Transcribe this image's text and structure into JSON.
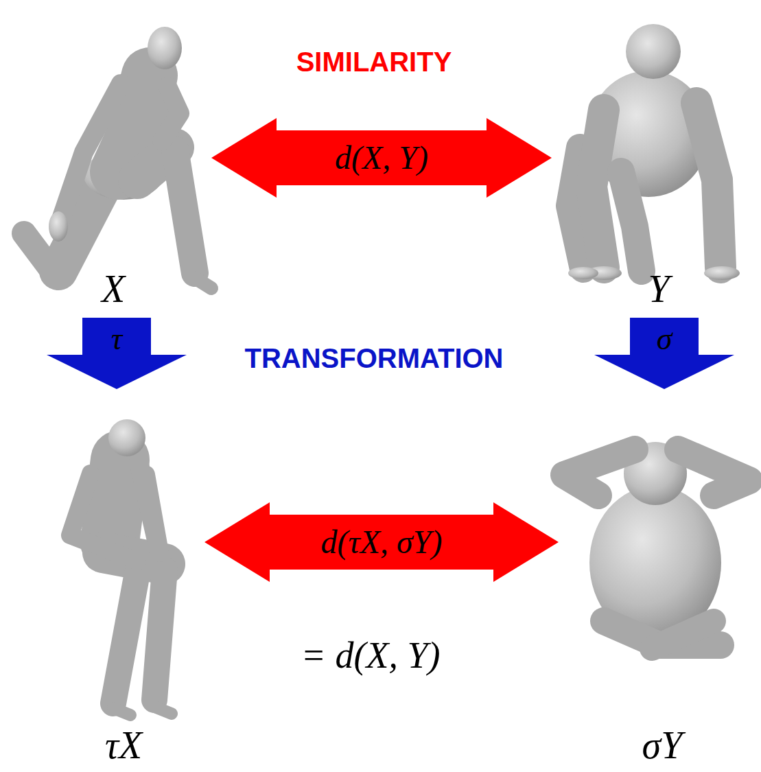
{
  "diagram": {
    "nodes": [
      {
        "text": [
          "X"
        ]
      },
      {
        "text": [
          "Y"
        ]
      },
      {
        "text": [
          "τX"
        ]
      },
      {
        "text": [
          "σY"
        ]
      }
    ],
    "edges": [
      {
        "from": 0,
        "to": 1,
        "label": "d(X, Y)",
        "arrow": "both"
      },
      {
        "from": 0,
        "to": 2,
        "label": "τ",
        "arrow": "to"
      },
      {
        "from": 1,
        "to": 3,
        "label": "σ",
        "arrow": "to"
      },
      {
        "from": 2,
        "to": 3,
        "label": "d(τX, σY)",
        "arrow": "both"
      }
    ],
    "labels": [
      "SIMILARITY",
      "TRANSFORMATION",
      "= d(X, Y)"
    ]
  }
}
